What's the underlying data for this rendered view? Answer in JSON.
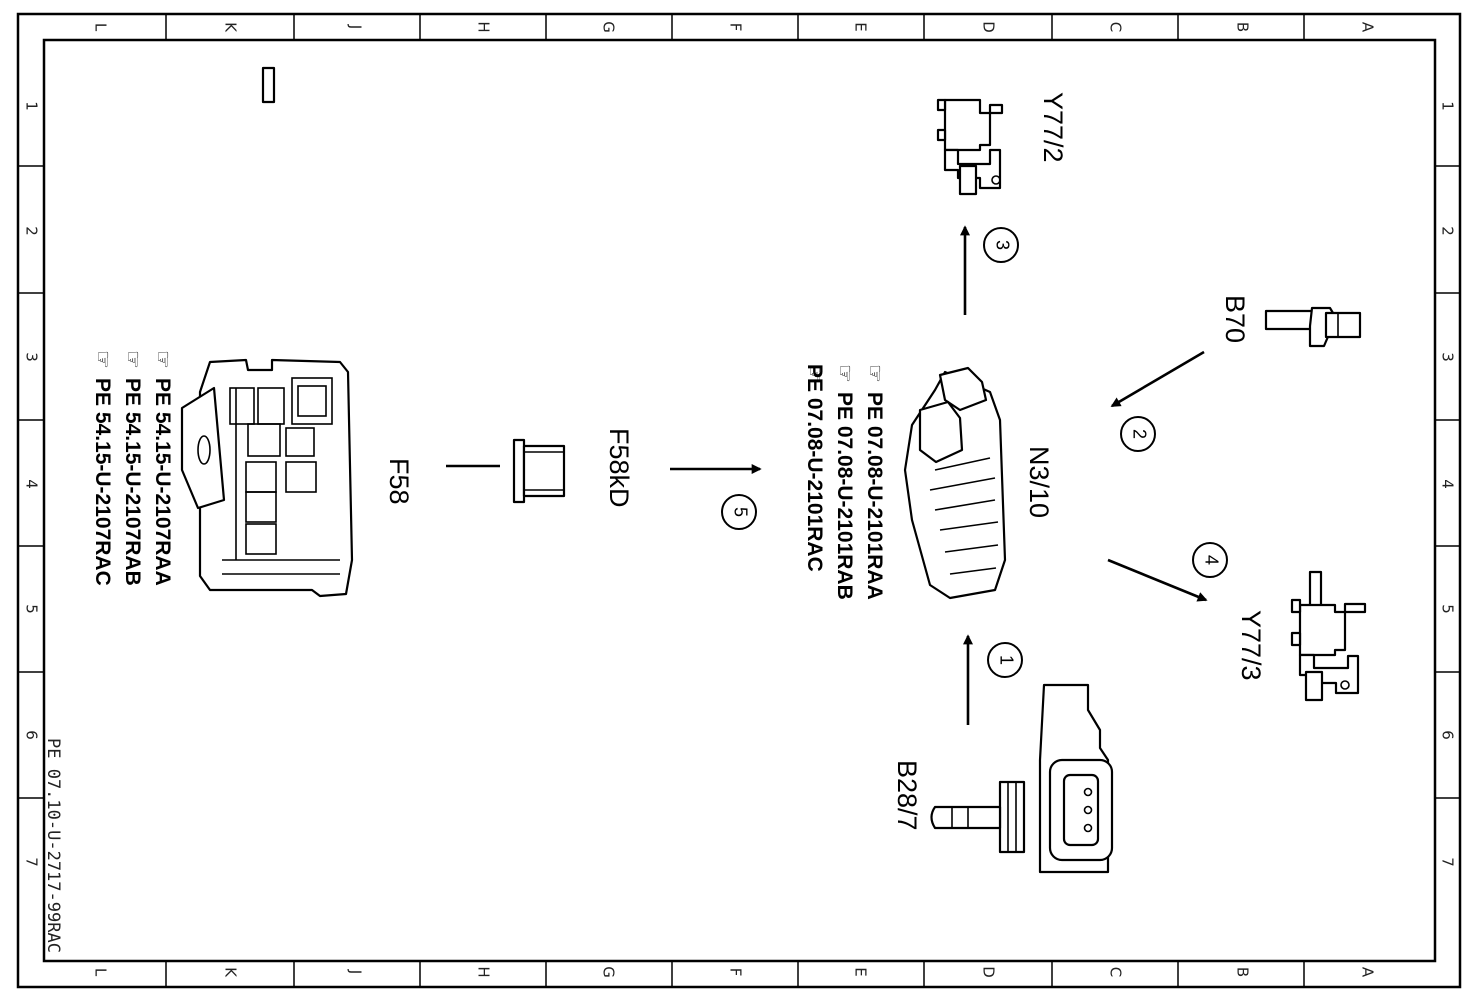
{
  "drawing_id": "PE 07.10-U-2717-99RAC",
  "grid": {
    "columns": [
      "L",
      "K",
      "J",
      "H",
      "G",
      "F",
      "E",
      "D",
      "C",
      "B",
      "A"
    ],
    "rows": [
      "1",
      "2",
      "3",
      "4",
      "5",
      "6",
      "7"
    ]
  },
  "components": {
    "y77_2": "Y77/2",
    "b70": "B70",
    "n3_10": "N3/10",
    "y77_3": "Y77/3",
    "b28_7": "B28/7",
    "f58kd": "F58kD",
    "f58": "F58"
  },
  "references": {
    "n3_10": [
      "PE 07.08-U-2101RAA",
      "PE 07.08-U-2101RAB",
      "PE 07.08-U-2101RAC"
    ],
    "f58": [
      "PE 54.15-U-2107RAA",
      "PE 54.15-U-2107RAB",
      "PE 54.15-U-2107RAC"
    ]
  },
  "signals": [
    "1",
    "2",
    "3",
    "4",
    "5"
  ]
}
